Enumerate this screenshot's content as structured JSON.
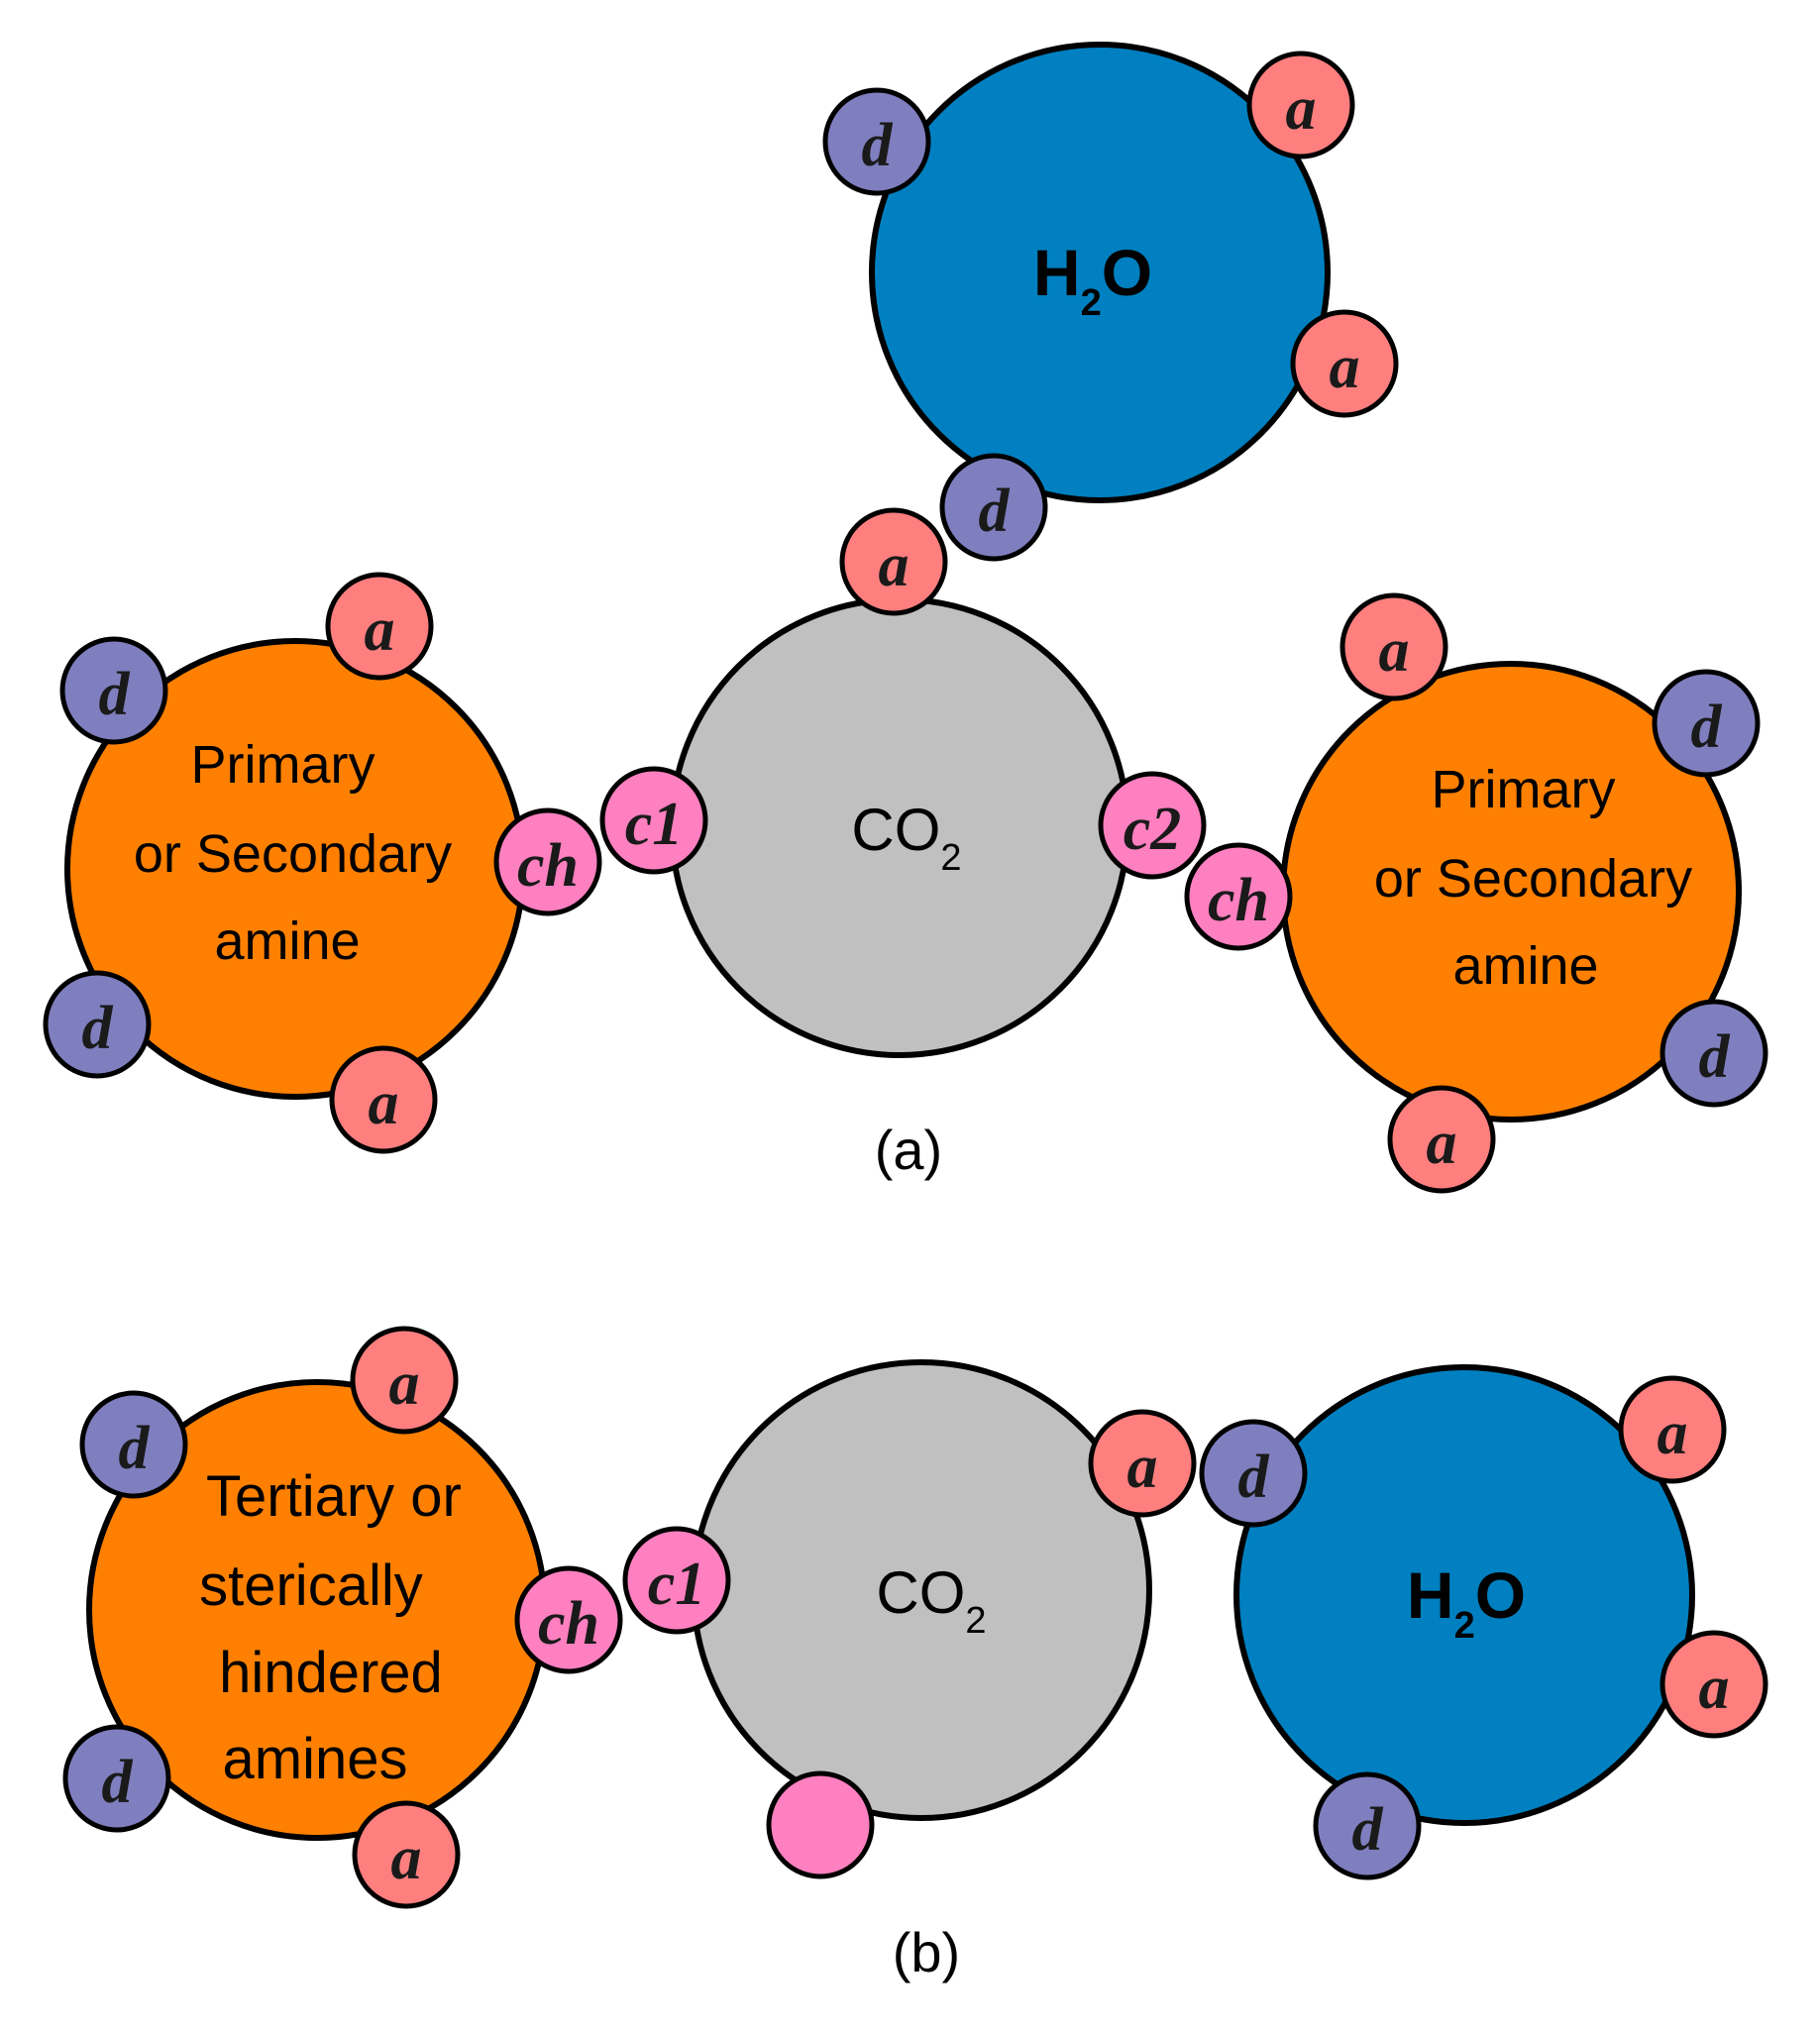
{
  "colors": {
    "amine": "#FF8000",
    "water": "#0080C0",
    "co2": "#C0C0C0",
    "site_a": "#FF7F7F",
    "site_d": "#7F7FBF",
    "site_ch": "#FF80C0",
    "outline": "#000000"
  },
  "sites": {
    "acceptor": "a",
    "donor": "d",
    "cross_hb": "ch",
    "c1": "c1",
    "c2": "c2"
  },
  "panel_a": {
    "label": "(a)",
    "water": {
      "main": "H",
      "sub": "2",
      "tail": "O"
    },
    "co2": {
      "main": "CO",
      "sub": "2"
    },
    "amine_left": {
      "lines": [
        "Primary",
        "or Secondary",
        "amine"
      ]
    },
    "amine_right": {
      "lines": [
        "Primary",
        "or Secondary",
        "amine"
      ]
    }
  },
  "panel_b": {
    "label": "(b)",
    "amine": {
      "lines": [
        "Tertiary or",
        "sterically",
        "hindered",
        "amines"
      ]
    },
    "co2": {
      "main": "CO",
      "sub": "2"
    },
    "water": {
      "main": "H",
      "sub": "2",
      "tail": "O"
    }
  }
}
